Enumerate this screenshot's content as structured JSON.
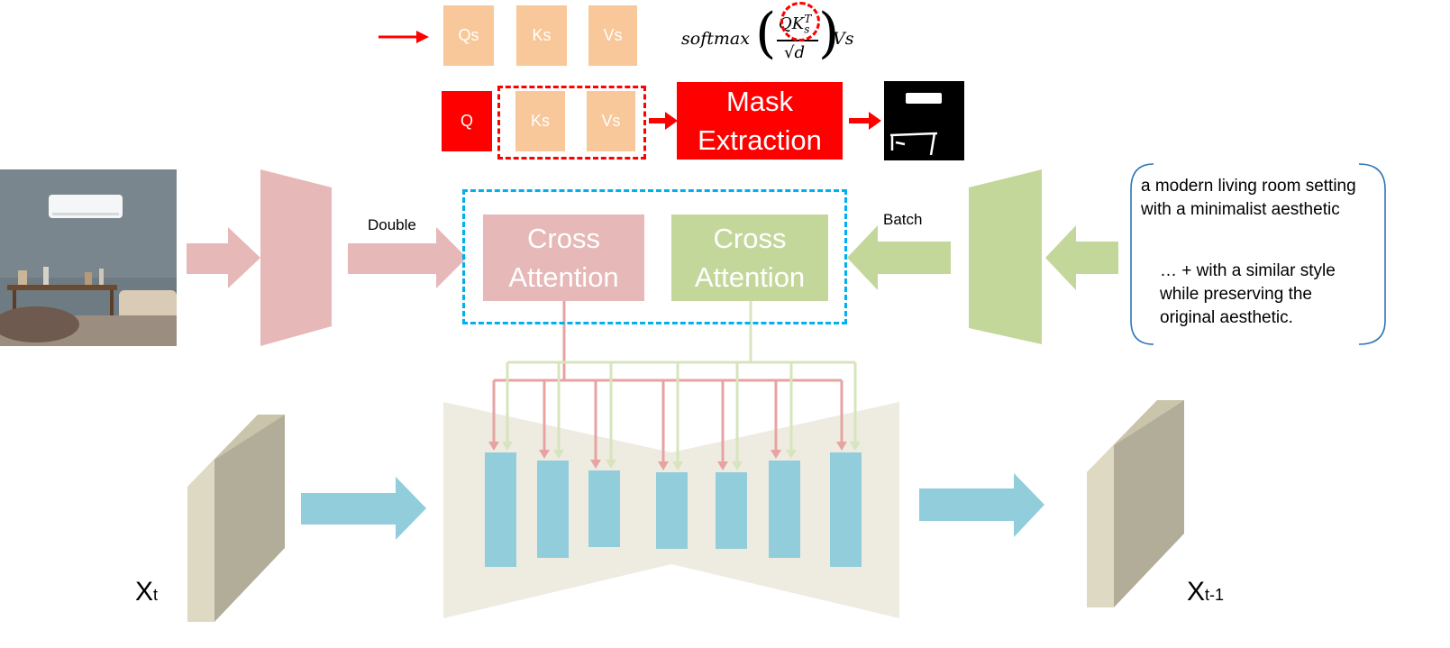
{
  "query_row": {
    "qs": "Qs",
    "ks": "Ks",
    "vs": "Vs",
    "formula": {
      "prefix": "softmax",
      "numerator": "QK",
      "numerator_sub": "s",
      "numerator_sup": "T",
      "denominator": "√d",
      "suffix": "Vs"
    }
  },
  "mask_row": {
    "q": "Q",
    "ks": "Ks",
    "vs": "Vs",
    "mask_extraction": [
      "Mask",
      "Extraction"
    ]
  },
  "attention": {
    "left_label": [
      "Cross",
      "Attention"
    ],
    "right_label": [
      "Cross",
      "Attention"
    ],
    "double_label": "Double",
    "batch_label": "Batch"
  },
  "prompt": {
    "line1": "a modern living room setting",
    "line2": "with a minimalist aesthetic",
    "line3": "… + with a similar style",
    "line4": "while preserving the",
    "line5": "original aesthetic."
  },
  "latents": {
    "xt": "X",
    "xt_sub": "t",
    "xt1": "X",
    "xt1_sub": "t-1"
  },
  "colors": {
    "peach": "#f8c79a",
    "red": "#ff0000",
    "pink": "#e6b8b7",
    "green": "#c4d79b",
    "blue": "#92cddc",
    "dashed_blue": "#00b0f0",
    "unet_bg": "#eeece1",
    "latent_front": "#ddd9c3",
    "latent_side": "#b1ad98"
  }
}
